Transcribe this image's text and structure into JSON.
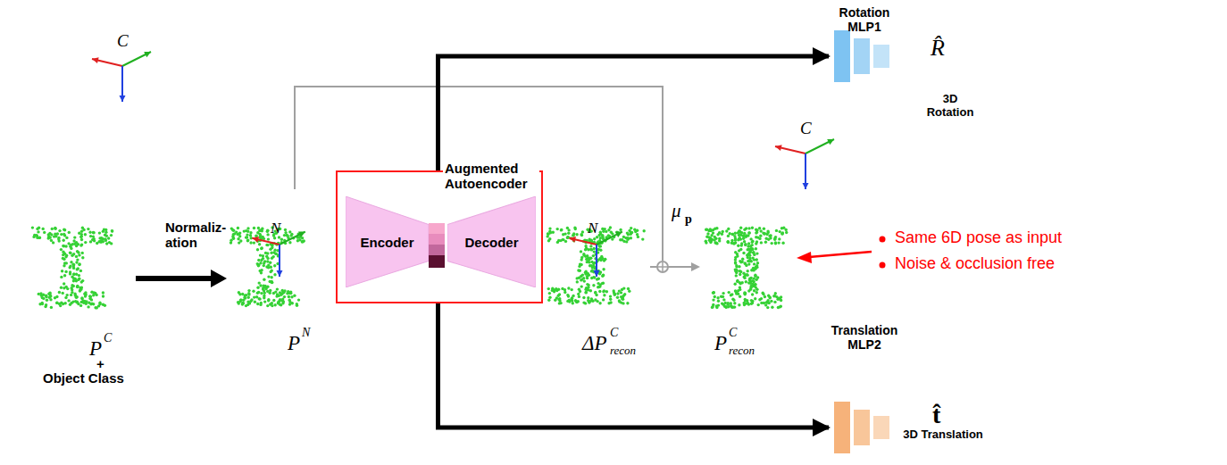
{
  "diagram": {
    "nodes": [
      {
        "text": [
          "Augmented Autoencoder"
        ]
      },
      {
        "text": [
          "Encoder"
        ],
        "in": 0
      },
      {
        "text": [
          "Decoder"
        ],
        "in": 0
      },
      {
        "text": [
          "Rotation MLP1"
        ]
      },
      {
        "text": [
          "Translation MLP2"
        ]
      }
    ],
    "edges": [
      {
        "from": 0,
        "to": 3,
        "arrow": "to"
      },
      {
        "from": 0,
        "to": 4,
        "arrow": "to"
      }
    ],
    "labels": [
      "C",
      "P",
      "C",
      "+",
      "Object Class",
      "Normaliz- ation",
      "N",
      "P",
      "N",
      "N",
      "ΔP",
      "C",
      "recon",
      "μ",
      "p",
      "C",
      "P",
      "C",
      "recon",
      "R̂",
      "3D Rotation",
      "t̂",
      "3D Translation",
      "Same 6D pose as input",
      "Noise & occlusion free"
    ]
  }
}
